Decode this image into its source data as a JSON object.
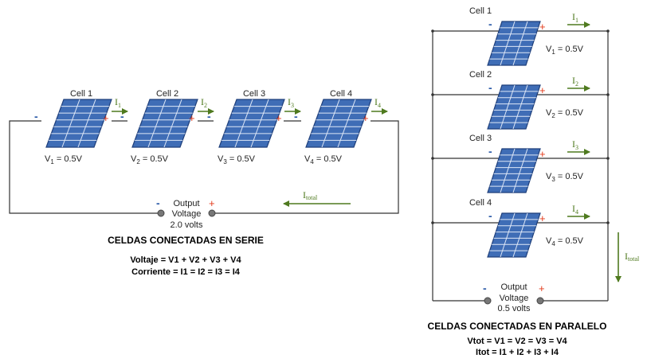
{
  "serie": {
    "cells": [
      {
        "name": "Cell 1",
        "voltage_v": "V",
        "voltage_sub": "1",
        "voltage_val": " = 0.5V",
        "current_i": "I",
        "current_sub": "1"
      },
      {
        "name": "Cell 2",
        "voltage_v": "V",
        "voltage_sub": "2",
        "voltage_val": " = 0.5V",
        "current_i": "I",
        "current_sub": "2"
      },
      {
        "name": "Cell 3",
        "voltage_v": "V",
        "voltage_sub": "3",
        "voltage_val": " = 0.5V",
        "current_i": "I",
        "current_sub": "3"
      },
      {
        "name": "Cell 4",
        "voltage_v": "V",
        "voltage_sub": "4",
        "voltage_val": " = 0.5V",
        "current_i": "I",
        "current_sub": "4"
      }
    ],
    "total_current": {
      "i": "I",
      "sub": "total"
    },
    "output": {
      "label": "Output",
      "voltage_label": "Voltage",
      "voltage_value": "2.0 volts",
      "minus": "-",
      "plus": "+"
    },
    "caption": {
      "title": "CELDAS CONECTADAS EN SERIE",
      "line1": "Voltaje = V1 + V2 + V3 + V4",
      "line2": "Corriente = I1 = I2 = I3 = I4"
    }
  },
  "paralelo": {
    "cells": [
      {
        "name": "Cell 1",
        "voltage_v": "V",
        "voltage_sub": "1",
        "voltage_val": " = 0.5V",
        "current_i": "I",
        "current_sub": "1"
      },
      {
        "name": "Cell 2",
        "voltage_v": "V",
        "voltage_sub": "2",
        "voltage_val": " = 0.5V",
        "current_i": "I",
        "current_sub": "2"
      },
      {
        "name": "Cell 3",
        "voltage_v": "V",
        "voltage_sub": "3",
        "voltage_val": " = 0.5V",
        "current_i": "I",
        "current_sub": "3"
      },
      {
        "name": "Cell 4",
        "voltage_v": "V",
        "voltage_sub": "4",
        "voltage_val": " = 0.5V",
        "current_i": "I",
        "current_sub": "4"
      }
    ],
    "total_current": {
      "i": "I",
      "sub": "total"
    },
    "output": {
      "label": "Output",
      "voltage_label": "Voltage",
      "voltage_value": "0.5 volts",
      "minus": "-",
      "plus": "+"
    },
    "caption": {
      "title": "CELDAS CONECTADAS EN PARALELO",
      "line1": "Vtot = V1 = V2 = V3 = V4",
      "line2": "Itot = I1 + I2 + I3 + I4"
    }
  },
  "polarity": {
    "minus": "-",
    "plus": "+"
  },
  "colors": {
    "panel": "#3f6db6",
    "current_arrow": "#4f7a1f",
    "minus": "#2b5aa8",
    "plus": "#e23b1c"
  }
}
